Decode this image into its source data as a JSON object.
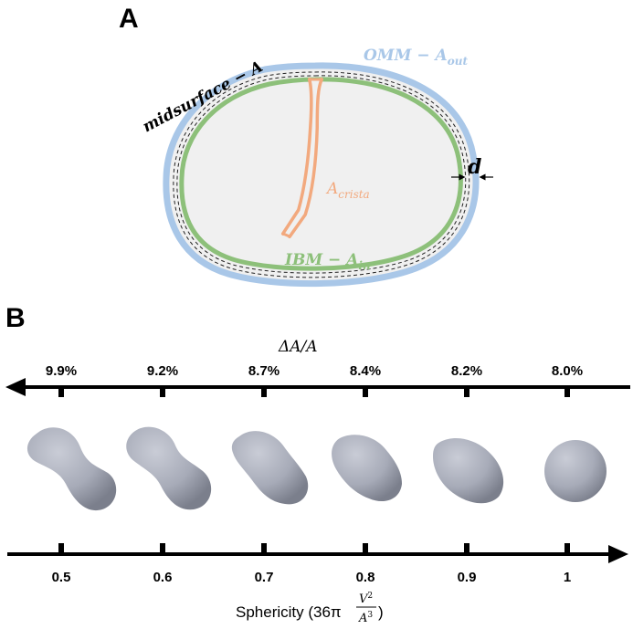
{
  "panel_a": {
    "letter": "A",
    "midsurface": "midsurface − A",
    "omm": "OMM − A",
    "omm_sub": "out",
    "crista": "A",
    "crista_sub": "crista",
    "ibm": "IBM − A",
    "ibm_sub": "in",
    "d": "d",
    "colors": {
      "omm": "#a9c7e8",
      "ibm": "#8dc07a",
      "crista": "#f2a97e",
      "fill": "#f0f0f0"
    }
  },
  "panel_b": {
    "letter": "B",
    "top_axis": {
      "title": "ΔA/A",
      "labels": [
        "9.9%",
        "9.2%",
        "8.7%",
        "8.4%",
        "8.2%",
        "8.0%"
      ]
    },
    "bottom_axis": {
      "title": "Sphericity (36π",
      "frac_num": "V",
      "frac_den": "A",
      "title_end": ")",
      "labels": [
        "0.5",
        "0.6",
        "0.7",
        "0.8",
        "0.9",
        "1"
      ]
    },
    "shape_color": "#a7abb8"
  }
}
